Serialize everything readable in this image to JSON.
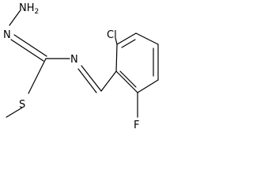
{
  "molecule": {
    "atoms": {
      "nh2": {
        "symbol": "NH",
        "subscript": "2"
      },
      "n_hydrazone": {
        "symbol": "N"
      },
      "n_imine": {
        "symbol": "N"
      },
      "s": {
        "symbol": "S"
      },
      "cl": {
        "symbol": "Cl"
      },
      "f": {
        "symbol": "F"
      }
    },
    "colors": {
      "bond": "#000000",
      "label": "#000000",
      "background": "#ffffff"
    }
  }
}
